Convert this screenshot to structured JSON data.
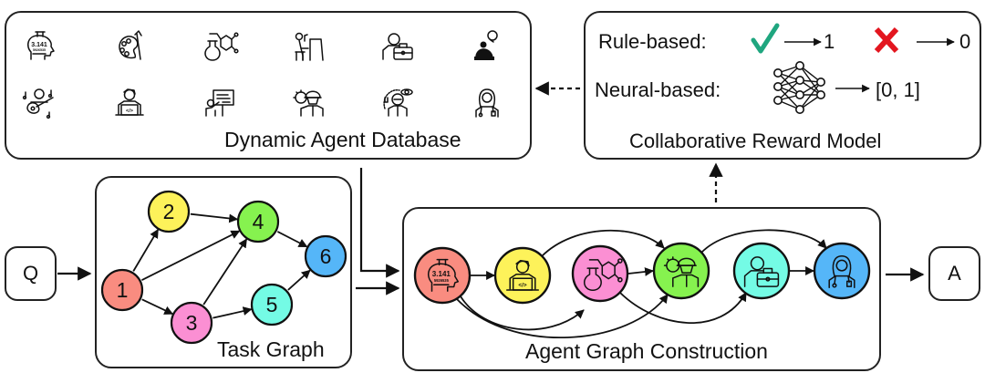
{
  "io": {
    "input_label": "Q",
    "output_label": "A"
  },
  "agent_database": {
    "title": "Dynamic Agent Database",
    "agents": [
      {
        "icon": "math-head-icon",
        "role": "mathematician"
      },
      {
        "icon": "palette-icon",
        "role": "artist"
      },
      {
        "icon": "chemistry-icon",
        "role": "chemist"
      },
      {
        "icon": "pianist-icon",
        "role": "pianist"
      },
      {
        "icon": "businessman-icon",
        "role": "business professional"
      },
      {
        "icon": "thinker-icon",
        "role": "thinker"
      },
      {
        "icon": "guitarist-icon",
        "role": "musician"
      },
      {
        "icon": "programmer-icon",
        "role": "programmer"
      },
      {
        "icon": "teacher-icon",
        "role": "teacher"
      },
      {
        "icon": "engineer-icon",
        "role": "engineer"
      },
      {
        "icon": "scientist-icon",
        "role": "scientist"
      },
      {
        "icon": "doctor-icon",
        "role": "doctor"
      }
    ]
  },
  "reward_model": {
    "title": "Collaborative Reward Model",
    "rule_label": "Rule-based:",
    "rule_pass_value": "1",
    "rule_fail_value": "0",
    "neural_label": "Neural-based:",
    "neural_range": "[0, 1]",
    "colors": {
      "check": "#1fa67f",
      "cross": "#e3161f"
    }
  },
  "task_graph": {
    "title": "Task Graph",
    "nodes": [
      {
        "id": "1",
        "color": "#f98c80"
      },
      {
        "id": "2",
        "color": "#fdf25a"
      },
      {
        "id": "3",
        "color": "#fb8fd3"
      },
      {
        "id": "4",
        "color": "#86f24f"
      },
      {
        "id": "5",
        "color": "#74fbe5"
      },
      {
        "id": "6",
        "color": "#55b6f8"
      }
    ],
    "edges": [
      [
        "1",
        "2"
      ],
      [
        "1",
        "4"
      ],
      [
        "1",
        "3"
      ],
      [
        "2",
        "4"
      ],
      [
        "3",
        "4"
      ],
      [
        "3",
        "5"
      ],
      [
        "4",
        "6"
      ],
      [
        "5",
        "6"
      ]
    ]
  },
  "agent_graph": {
    "title": "Agent Graph Construction",
    "nodes": [
      {
        "id": "math",
        "icon": "math-head-icon",
        "color": "#f98c80"
      },
      {
        "id": "coder",
        "icon": "programmer-icon",
        "color": "#fdf25a"
      },
      {
        "id": "chem",
        "icon": "chemistry-icon",
        "color": "#fb8fd3"
      },
      {
        "id": "eng",
        "icon": "engineer-icon",
        "color": "#86f24f"
      },
      {
        "id": "biz",
        "icon": "businessman-icon",
        "color": "#74fbe5"
      },
      {
        "id": "doc",
        "icon": "doctor-icon",
        "color": "#55b6f8"
      }
    ],
    "edges": [
      [
        "math",
        "coder"
      ],
      [
        "math",
        "chem"
      ],
      [
        "math",
        "eng"
      ],
      [
        "coder",
        "eng"
      ],
      [
        "chem",
        "eng"
      ],
      [
        "chem",
        "biz"
      ],
      [
        "eng",
        "doc"
      ],
      [
        "biz",
        "doc"
      ]
    ]
  }
}
